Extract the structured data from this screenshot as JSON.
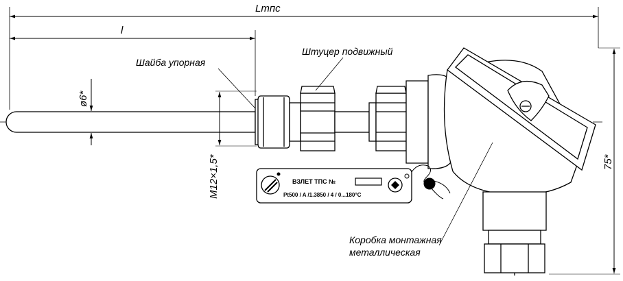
{
  "labels": {
    "washer": "Шайба упорная",
    "fitting": "Штуцер подвижный",
    "box_line1": "Коробка монтажная",
    "box_line2": "металлическая"
  },
  "dimensions": {
    "total_length": "Lтпс",
    "immersion_length": "l",
    "diameter": "ø6*",
    "thread": "M12×1,5*",
    "height": "75*"
  },
  "nameplate": {
    "title": "ВЗЛЕТ ТПС  №",
    "spec": "Pt500 / A /1.3850 / 4 / 0...180°C"
  }
}
